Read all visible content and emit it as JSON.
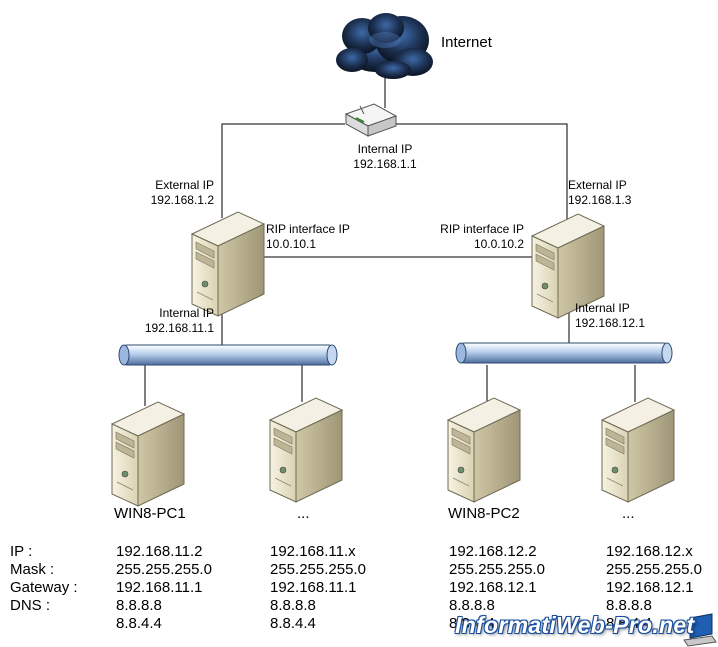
{
  "internet": {
    "label": "Internet"
  },
  "router": {
    "label": "Internal IP",
    "ip": "192.168.1.1"
  },
  "server_left": {
    "external_label": "External IP",
    "external_ip": "192.168.1.2",
    "rip_label": "RIP interface IP",
    "rip_ip": "10.0.10.1",
    "internal_label": "Internal IP",
    "internal_ip": "192.168.11.1"
  },
  "server_right": {
    "external_label": "External IP",
    "external_ip": "192.168.1.3",
    "rip_label": "RIP interface IP",
    "rip_ip": "10.0.10.2",
    "internal_label": "Internal IP",
    "internal_ip": "192.168.12.1"
  },
  "config_labels": {
    "ip": "IP :",
    "mask": "Mask :",
    "gateway": "Gateway :",
    "dns": "DNS :"
  },
  "clients": [
    {
      "name": "WIN8-PC1",
      "ip": "192.168.11.2",
      "mask": "255.255.255.0",
      "gateway": "192.168.11.1",
      "dns1": "8.8.8.8",
      "dns2": "8.8.4.4"
    },
    {
      "name": "...",
      "ip": "192.168.11.x",
      "mask": "255.255.255.0",
      "gateway": "192.168.11.1",
      "dns1": "8.8.8.8",
      "dns2": "8.8.4.4"
    },
    {
      "name": "WIN8-PC2",
      "ip": "192.168.12.2",
      "mask": "255.255.255.0",
      "gateway": "192.168.12.1",
      "dns1": "8.8.8.8",
      "dns2": "8.8.4.4"
    },
    {
      "name": "...",
      "ip": "192.168.12.x",
      "mask": "255.255.255.0",
      "gateway": "192.168.12.1",
      "dns1": "8.8.8.8",
      "dns2": "8.8.4.4"
    }
  ],
  "watermark": "InformatiWeb-Pro.net",
  "colors": {
    "cloud": "#1a2a44",
    "bus": "#a9c4e6",
    "server_body": "#e9e4cc",
    "line": "#000000"
  }
}
